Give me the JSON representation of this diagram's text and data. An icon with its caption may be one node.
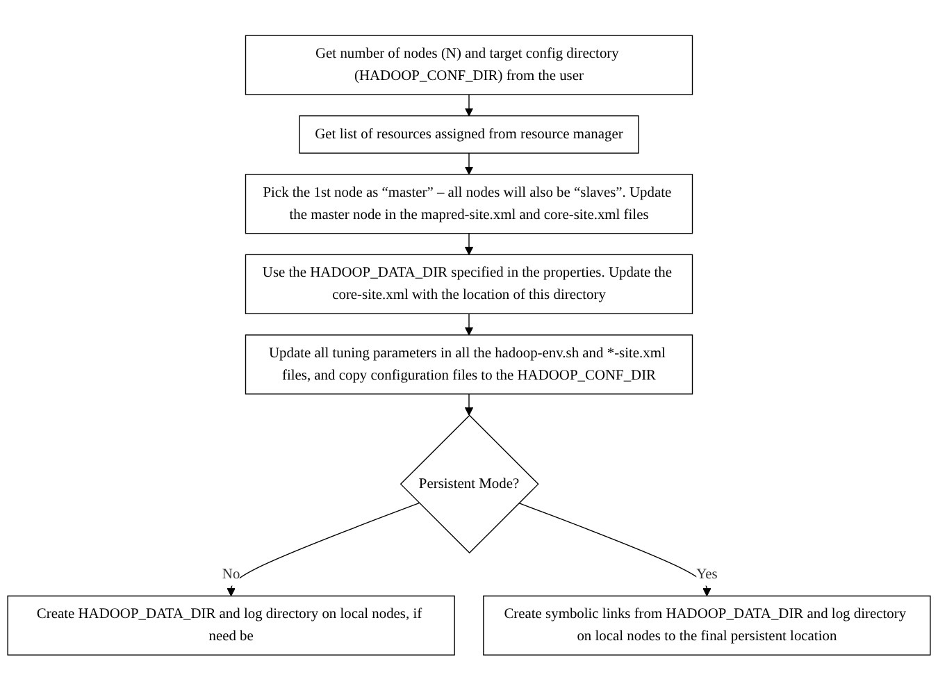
{
  "diagram": {
    "nodes": [
      {
        "text": [
          "Get number of nodes (N) and target config directory (HADOOP_CONF_DIR) from the user"
        ]
      },
      {
        "text": [
          "Get list of resources assigned from resource manager"
        ]
      },
      {
        "text": [
          "Pick the 1st node as “master” – all nodes will also be “slaves”. Update the master node in the mapred-site.xml and core-site.xml files"
        ]
      },
      {
        "text": [
          "Use the HADOOP_DATA_DIR specified in the properties. Update the core-site.xml with the location of this directory"
        ]
      },
      {
        "text": [
          "Update all tuning parameters in all the hadoop-env.sh and *-site.xml files, and copy configuration files to the HADOOP_CONF_DIR"
        ]
      },
      {
        "text": [
          "Persistent Mode?"
        ]
      },
      {
        "text": [
          "Create HADOOP_DATA_DIR and log directory on local nodes, if need be"
        ]
      },
      {
        "text": [
          "Create symbolic links from HADOOP_DATA_DIR and log directory on local nodes to the final persistent location"
        ]
      }
    ],
    "edges": [
      {
        "from": 0,
        "to": 1,
        "arrow": "to"
      },
      {
        "from": 1,
        "to": 2,
        "arrow": "to"
      },
      {
        "from": 2,
        "to": 3,
        "arrow": "to"
      },
      {
        "from": 3,
        "to": 4,
        "arrow": "to"
      },
      {
        "from": 4,
        "to": 5,
        "arrow": "to"
      },
      {
        "from": 5,
        "to": 6,
        "label": "No",
        "arrow": "to"
      },
      {
        "from": 5,
        "to": 7,
        "label": "Yes",
        "arrow": "to"
      }
    ]
  }
}
